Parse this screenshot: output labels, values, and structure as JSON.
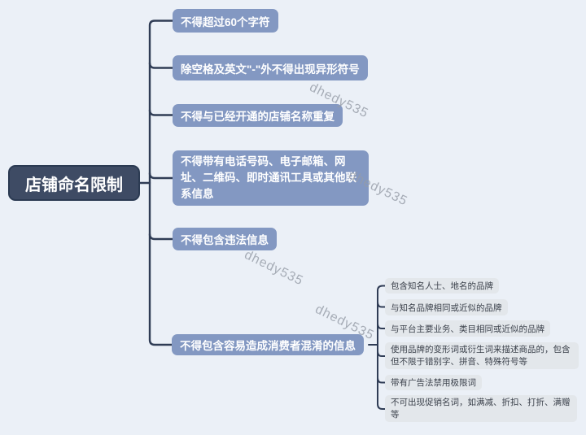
{
  "diagram": {
    "root": {
      "label": "店铺命名限制"
    },
    "branches": [
      {
        "label": "不得超过60个字符"
      },
      {
        "label": "除空格及英文\"-\"外不得出现异形符号"
      },
      {
        "label": "不得与已经开通的店铺名称重复"
      },
      {
        "label": "不得带有电话号码、电子邮箱、网址、二维码、即时通讯工具或其他联系信息"
      },
      {
        "label": "不得包含违法信息"
      },
      {
        "label": "不得包含容易造成消费者混淆的信息"
      }
    ],
    "subitems": [
      "包含知名人士、地名的品牌",
      "与知名品牌相同或近似的品牌",
      "与平台主要业务、类目相同或近似的品牌",
      "使用品牌的变形词或衍生词来描述商品的，包含但不限于错别字、拼音、特殊符号等",
      "带有广告法禁用极限词",
      "不可出现促销名词，如满减、折扣、打折、满赠等"
    ],
    "watermark": {
      "text": "dhedy535"
    }
  },
  "colors": {
    "canvas_bg": "#EBF0F7",
    "root_bg": "#3E4B64",
    "root_border": "#2B3A52",
    "branch_bg": "#8398C2",
    "branch_text": "#FFFFFF",
    "leaf_bg": "#E3E7EB",
    "leaf_text": "#3C424C",
    "line": "#2F3C55",
    "watermark": "#959CA7"
  }
}
